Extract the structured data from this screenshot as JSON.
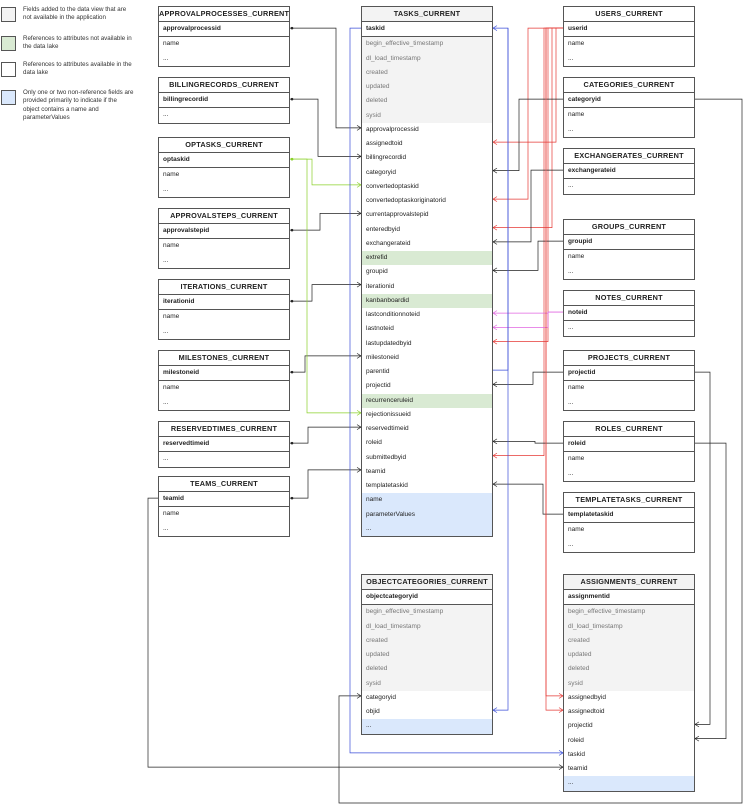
{
  "legend": [
    {
      "text": "Fields added to the data view that are not available in the application",
      "color": "#f3f3f3"
    },
    {
      "text": "References to attributes not available in the data lake",
      "color": "#d9ead3"
    },
    {
      "text": "References to attributes available in the data lake",
      "color": "#ffffff"
    },
    {
      "text": "Only one or two non-reference fields are provided primarily to indicate if the object contains a name and parameterValues",
      "color": "#dae8fc"
    }
  ],
  "entities": {
    "approvalprocesses": {
      "title": "APPROVALPROCESSES_CURRENT",
      "key": "approvalprocessid",
      "rows": [
        {
          "t": "name"
        },
        {
          "t": "..."
        }
      ]
    },
    "billingrecords": {
      "title": "BILLINGRECORDS_CURRENT",
      "key": "billingrecordid",
      "rows": [
        {
          "t": "..."
        }
      ]
    },
    "optasks": {
      "title": "OPTASKS_CURRENT",
      "key": "optaskid",
      "rows": [
        {
          "t": "name"
        },
        {
          "t": "..."
        }
      ]
    },
    "approvalsteps": {
      "title": "APPROVALSTEPS_CURRENT",
      "key": "approvalstepid",
      "rows": [
        {
          "t": "name"
        },
        {
          "t": "..."
        }
      ]
    },
    "iterations": {
      "title": "ITERATIONS_CURRENT",
      "key": "iterationid",
      "rows": [
        {
          "t": "name"
        },
        {
          "t": "..."
        }
      ]
    },
    "milestones": {
      "title": "MILESTONES_CURRENT",
      "key": "milestoneid",
      "rows": [
        {
          "t": "name"
        },
        {
          "t": "..."
        }
      ]
    },
    "reservedtimes": {
      "title": "RESERVEDTIMES_CURRENT",
      "key": "reservedtimeid",
      "rows": [
        {
          "t": "..."
        }
      ]
    },
    "teams": {
      "title": "TEAMS_CURRENT",
      "key": "teamid",
      "rows": [
        {
          "t": "name"
        },
        {
          "t": "..."
        }
      ]
    },
    "tasks": {
      "title": "TASKS_CURRENT",
      "key": "taskid",
      "rows": [
        {
          "t": "begin_effective_timestamp",
          "s": "sys"
        },
        {
          "t": "dl_load_timestamp",
          "s": "sys"
        },
        {
          "t": "created",
          "s": "sys"
        },
        {
          "t": "updated",
          "s": "sys"
        },
        {
          "t": "deleted",
          "s": "sys"
        },
        {
          "t": "sysid",
          "s": "sys"
        },
        {
          "t": "approvalprocessid"
        },
        {
          "t": "assignedtoid"
        },
        {
          "t": "billingrecordid"
        },
        {
          "t": "categoryid"
        },
        {
          "t": "convertedoptaskid"
        },
        {
          "t": "convertedoptaskoriginatorid"
        },
        {
          "t": "currentapprovalstepid"
        },
        {
          "t": "enteredbyid"
        },
        {
          "t": "exchangerateid"
        },
        {
          "t": "extrefid",
          "s": "lake"
        },
        {
          "t": "groupid"
        },
        {
          "t": "iterationid"
        },
        {
          "t": "kanbanboardid",
          "s": "lake"
        },
        {
          "t": "lastconditionnoteid"
        },
        {
          "t": "lastnoteid"
        },
        {
          "t": "lastupdatedbyid"
        },
        {
          "t": "milestoneid"
        },
        {
          "t": "parentid"
        },
        {
          "t": "projectid"
        },
        {
          "t": "recurrenceruleid",
          "s": "lake"
        },
        {
          "t": "rejectionissueid"
        },
        {
          "t": "reservedtimeid"
        },
        {
          "t": "roleid"
        },
        {
          "t": "submittedbyid"
        },
        {
          "t": "teamid"
        },
        {
          "t": "templatetaskid"
        },
        {
          "t": "name",
          "s": "named"
        },
        {
          "t": "parameterValues",
          "s": "named"
        },
        {
          "t": "...",
          "s": "named"
        }
      ]
    },
    "objectcategories": {
      "title": "OBJECTCATEGORIES_CURRENT",
      "key": "objectcategoryid",
      "rows": [
        {
          "t": "begin_effective_timestamp",
          "s": "sys"
        },
        {
          "t": "dl_load_timestamp",
          "s": "sys"
        },
        {
          "t": "created",
          "s": "sys"
        },
        {
          "t": "updated",
          "s": "sys"
        },
        {
          "t": "deleted",
          "s": "sys"
        },
        {
          "t": "sysid",
          "s": "sys"
        },
        {
          "t": "categoryid"
        },
        {
          "t": "objid"
        },
        {
          "t": "...",
          "s": "named"
        }
      ]
    },
    "users": {
      "title": "USERS_CURRENT",
      "key": "userid",
      "rows": [
        {
          "t": "name"
        },
        {
          "t": "..."
        }
      ]
    },
    "categories": {
      "title": "CATEGORIES_CURRENT",
      "key": "categoryid",
      "rows": [
        {
          "t": "name"
        },
        {
          "t": "..."
        }
      ]
    },
    "exchangerates": {
      "title": "EXCHANGERATES_CURRENT",
      "key": "exchangerateid",
      "rows": [
        {
          "t": "..."
        }
      ]
    },
    "groups": {
      "title": "GROUPS_CURRENT",
      "key": "groupid",
      "rows": [
        {
          "t": "name"
        },
        {
          "t": "..."
        }
      ]
    },
    "notes": {
      "title": "NOTES_CURRENT",
      "key": "noteid",
      "rows": [
        {
          "t": "..."
        }
      ]
    },
    "projects": {
      "title": "PROJECTS_CURRENT",
      "key": "projectid",
      "rows": [
        {
          "t": "name"
        },
        {
          "t": "..."
        }
      ]
    },
    "roles": {
      "title": "ROLES_CURRENT",
      "key": "roleid",
      "rows": [
        {
          "t": "name"
        },
        {
          "t": "..."
        }
      ]
    },
    "templatetasks": {
      "title": "TEMPLATETASKS_CURRENT",
      "key": "templatetaskid",
      "rows": [
        {
          "t": "name"
        },
        {
          "t": "..."
        }
      ]
    },
    "assignments": {
      "title": "ASSIGNMENTS_CURRENT",
      "key": "assignmentid",
      "rows": [
        {
          "t": "begin_effective_timestamp",
          "s": "sys"
        },
        {
          "t": "dl_load_timestamp",
          "s": "sys"
        },
        {
          "t": "created",
          "s": "sys"
        },
        {
          "t": "updated",
          "s": "sys"
        },
        {
          "t": "deleted",
          "s": "sys"
        },
        {
          "t": "sysid",
          "s": "sys"
        },
        {
          "t": "assignedbyid"
        },
        {
          "t": "assignedtoid"
        },
        {
          "t": "projectid"
        },
        {
          "t": "roleid"
        },
        {
          "t": "taskid"
        },
        {
          "t": "teamid"
        },
        {
          "t": "...",
          "s": "named"
        }
      ]
    }
  },
  "relations": [
    {
      "from": "tasks.approvalprocessid",
      "to": "approvalprocesses",
      "kind": "standard"
    },
    {
      "from": "tasks.billingrecordid",
      "to": "billingrecords",
      "kind": "standard"
    },
    {
      "from": "tasks.convertedoptaskid",
      "to": "optasks",
      "kind": "not-in-lake"
    },
    {
      "from": "tasks.convertedoptaskoriginatorid",
      "to": "users",
      "kind": "users"
    },
    {
      "from": "tasks.currentapprovalstepid",
      "to": "approvalsteps",
      "kind": "standard"
    },
    {
      "from": "tasks.iterationid",
      "to": "iterations",
      "kind": "standard"
    },
    {
      "from": "tasks.milestoneid",
      "to": "milestones",
      "kind": "standard"
    },
    {
      "from": "tasks.rejectionissueid",
      "to": "optasks",
      "kind": "not-in-lake"
    },
    {
      "from": "tasks.reservedtimeid",
      "to": "reservedtimes",
      "kind": "standard"
    },
    {
      "from": "tasks.teamid",
      "to": "teams",
      "kind": "standard"
    },
    {
      "from": "tasks.assignedtoid",
      "to": "users",
      "kind": "users"
    },
    {
      "from": "tasks.enteredbyid",
      "to": "users",
      "kind": "users"
    },
    {
      "from": "tasks.lastupdatedbyid",
      "to": "users",
      "kind": "users"
    },
    {
      "from": "tasks.submittedbyid",
      "to": "users",
      "kind": "users"
    },
    {
      "from": "tasks.categoryid",
      "to": "categories",
      "kind": "standard"
    },
    {
      "from": "tasks.exchangerateid",
      "to": "exchangerates",
      "kind": "standard"
    },
    {
      "from": "tasks.groupid",
      "to": "groups",
      "kind": "standard"
    },
    {
      "from": "tasks.lastconditionnoteid",
      "to": "notes",
      "kind": "notes"
    },
    {
      "from": "tasks.lastnoteid",
      "to": "notes",
      "kind": "notes"
    },
    {
      "from": "tasks.projectid",
      "to": "projects",
      "kind": "standard"
    },
    {
      "from": "tasks.roleid",
      "to": "roles",
      "kind": "standard"
    },
    {
      "from": "tasks.templatetaskid",
      "to": "templatetasks",
      "kind": "standard"
    },
    {
      "from": "tasks.parentid",
      "to": "tasks",
      "kind": "tasks"
    },
    {
      "from": "objectcategories.objid",
      "to": "tasks",
      "kind": "tasks"
    },
    {
      "from": "objectcategories.categoryid",
      "to": "categories",
      "kind": "standard"
    },
    {
      "from": "assignments.assignedbyid",
      "to": "users",
      "kind": "users"
    },
    {
      "from": "assignments.assignedtoid",
      "to": "users",
      "kind": "users"
    },
    {
      "from": "assignments.projectid",
      "to": "projects",
      "kind": "standard"
    },
    {
      "from": "assignments.roleid",
      "to": "roles",
      "kind": "standard"
    },
    {
      "from": "assignments.taskid",
      "to": "tasks",
      "kind": "tasks"
    },
    {
      "from": "assignments.teamid",
      "to": "teams",
      "kind": "standard"
    }
  ],
  "colors": {
    "standard": "#222222",
    "users": "#e53935",
    "tasks": "#3b4fd8",
    "notes": "#e066e0",
    "not-in-lake": "#8bd12b"
  }
}
